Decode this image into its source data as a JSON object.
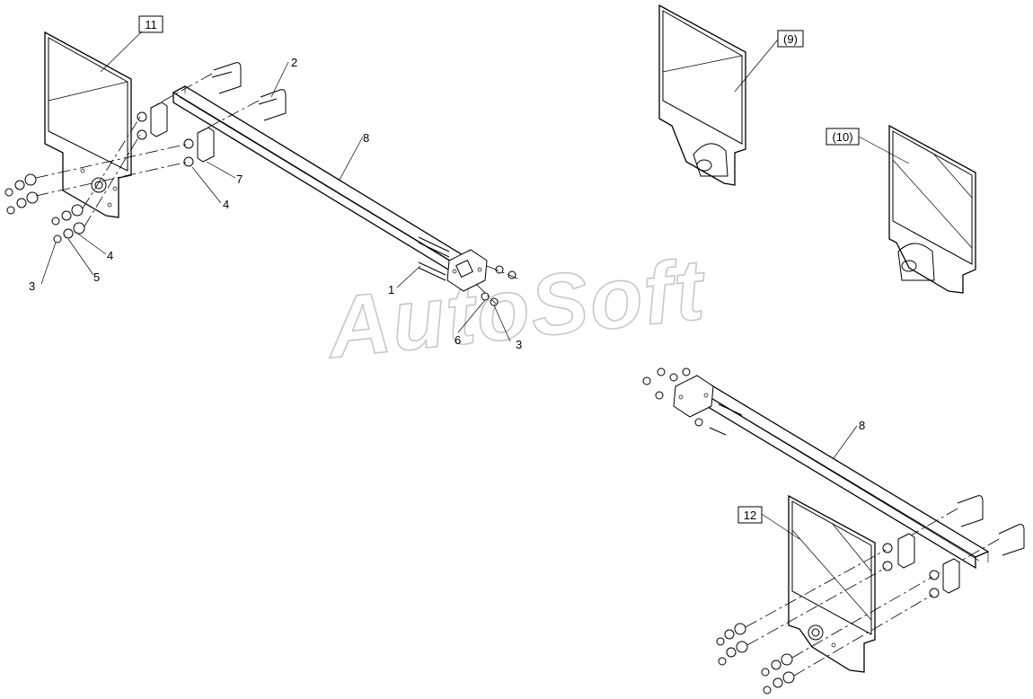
{
  "watermark": "AutoSoft",
  "callouts": [
    {
      "id": "c11",
      "text": "11",
      "boxed": true
    },
    {
      "id": "c2",
      "text": "2",
      "boxed": false
    },
    {
      "id": "c8a",
      "text": "8",
      "boxed": false
    },
    {
      "id": "c7",
      "text": "7",
      "boxed": false
    },
    {
      "id": "c4a",
      "text": "4",
      "boxed": false
    },
    {
      "id": "c4b",
      "text": "4",
      "boxed": false
    },
    {
      "id": "c5",
      "text": "5",
      "boxed": false
    },
    {
      "id": "c3a",
      "text": "3",
      "boxed": false
    },
    {
      "id": "c1",
      "text": "1",
      "boxed": false
    },
    {
      "id": "c6",
      "text": "6",
      "boxed": false
    },
    {
      "id": "c3b",
      "text": "3",
      "boxed": false
    },
    {
      "id": "c9",
      "text": "(9)",
      "boxed": true
    },
    {
      "id": "c10",
      "text": "(10)",
      "boxed": true
    },
    {
      "id": "c8b",
      "text": "8",
      "boxed": false
    },
    {
      "id": "c12",
      "text": "12",
      "boxed": true
    }
  ]
}
